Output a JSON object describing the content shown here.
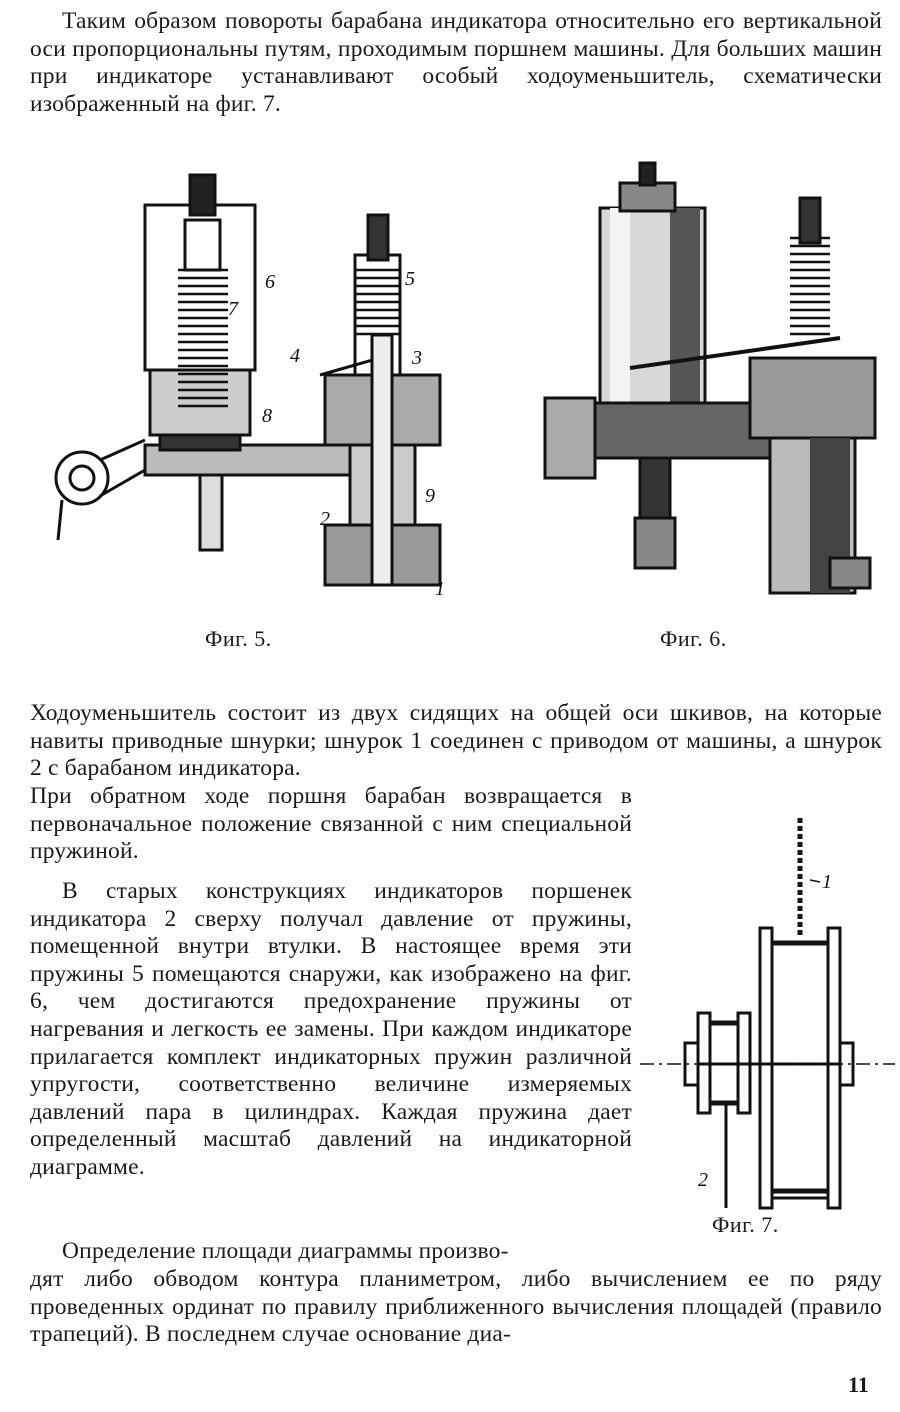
{
  "paragraphs": [
    {
      "id": "p1",
      "text": "Таким образом повороты барабана индикатора относительно его вертикальной оси пропорциональны путям, проходимым поршнем машины. Для больших машин при индикаторе устанавливают особый ходоуменьшитель, схематически изображенный на фиг. 7."
    },
    {
      "id": "p2",
      "text": "Ходоуменьшитель состоит из двух сидящих на общей оси шкивов, на которые навиты приводные шнурки; шнурок 1 соединен с приводом от машины, а шнурок 2 с барабаном индикатора."
    },
    {
      "id": "p3",
      "text": "При обратном ходе поршня барабан возвращается в первоначальное положение связанной с ним специальной пружиной."
    },
    {
      "id": "p4",
      "text": "В старых конструкциях индикаторов поршенек индикатора 2 сверху получал давление от пружины, помещенной внутри втулки. В настоящее время эти пружины 5 помещаются снаружи, как изображено на фиг. 6, чем достигаются предохранение пружины от нагревания и легкость ее замены. При каждом индикаторе прилагается комплект индикаторных пружин различной упругости, соответственно величине измеряемых давлений пара в цилиндрах. Каждая пружина дает определенный масштаб давлений на индикаторной диаграмме."
    },
    {
      "id": "p5a",
      "text": "Определение площади диаграммы произво-"
    },
    {
      "id": "p5b",
      "text": "дят либо обводом контура планиметром, либо вычислением ее по ряду проведенных ординат по правилу приближенного вычисления площадей (правило трапеций). В последнем случае основание диа-"
    }
  ],
  "figures": {
    "fig5": {
      "caption": "Фиг. 5.",
      "labels": [
        "6",
        "7",
        "5",
        "4",
        "3",
        "8",
        "2",
        "9",
        "1"
      ]
    },
    "fig6": {
      "caption": "Фиг. 6."
    },
    "fig7": {
      "caption": "Фиг. 7.",
      "labels": [
        "1",
        "2"
      ]
    }
  },
  "page_number": "11"
}
